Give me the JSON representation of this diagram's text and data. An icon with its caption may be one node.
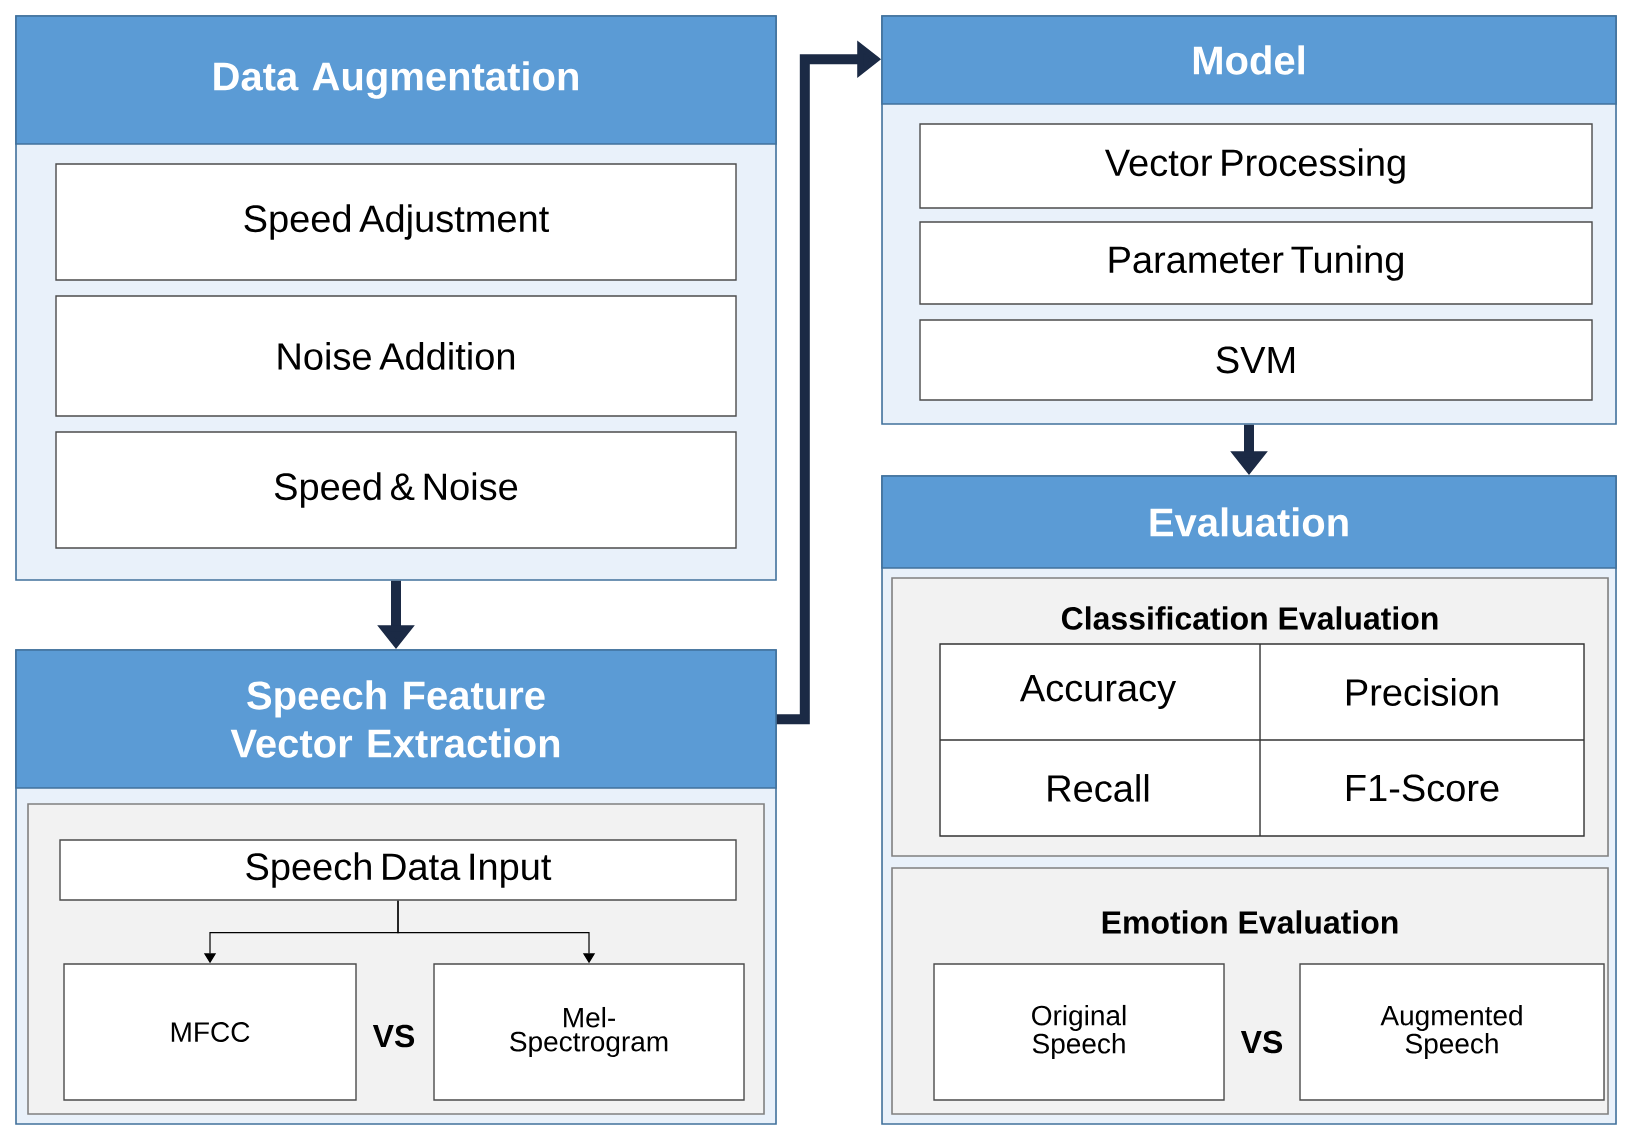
{
  "diagram": {
    "nodes": [
      {
        "text": [
          "Data Augmentation"
        ]
      },
      {
        "text": [
          "Speed Adjustment"
        ],
        "in": 0
      },
      {
        "text": [
          "Noise Addition"
        ],
        "in": 0
      },
      {
        "text": [
          "Speed & Noise"
        ],
        "in": 0
      },
      {
        "text": [
          "Speech Feature Vector Extraction"
        ]
      },
      {
        "text": [],
        "shape": "box",
        "in": 4
      },
      {
        "text": [
          "Speech Data Input"
        ],
        "in": 5
      },
      {
        "text": [
          "MFCC"
        ],
        "in": 5
      },
      {
        "text": [
          "Mel- Spectrogram"
        ],
        "in": 5
      },
      {
        "text": [
          "Model"
        ]
      },
      {
        "text": [
          "Vector Processing"
        ],
        "in": 9
      },
      {
        "text": [
          "Parameter Tuning"
        ],
        "in": 9
      },
      {
        "text": [
          "SVM"
        ],
        "in": 9
      },
      {
        "text": [
          "Evaluation"
        ]
      },
      {
        "text": [
          "Classification Evaluation"
        ],
        "in": 13
      },
      {
        "text": [
          "Emotion Evaluation"
        ],
        "in": 13
      },
      {
        "text": [
          "Original Speech"
        ],
        "in": 15
      },
      {
        "text": [
          "Augmented Speech"
        ],
        "in": 15
      }
    ],
    "edges": [
      {
        "from": 0,
        "to": 4,
        "arrow": "to"
      },
      {
        "from": 4,
        "to": 9,
        "arrow": "to"
      },
      {
        "from": 9,
        "to": 13,
        "arrow": "to"
      },
      {
        "from": 6,
        "to": 7,
        "arrow": "to",
        "color": "#000000"
      },
      {
        "from": 6,
        "to": 8,
        "arrow": "to",
        "color": "#000000"
      }
    ],
    "labels": [
      "VS",
      "Accuracy",
      "Precision",
      "Recall",
      "F1-Score",
      "VS"
    ]
  }
}
